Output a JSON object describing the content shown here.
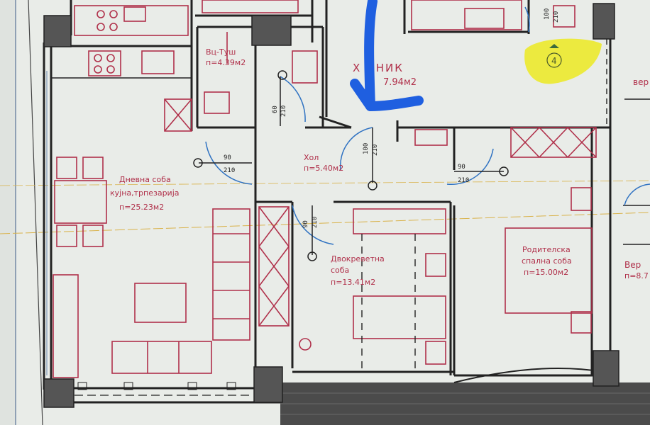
{
  "rooms": {
    "bathroom": {
      "name": "Вц-Туш",
      "area": "п=4.39м2"
    },
    "corridor": {
      "name": "ХОДНИК",
      "area": "п=7.94м2",
      "name_visible": "Х ДНИК",
      "area_visible": "7.94м2"
    },
    "hall": {
      "name": "Хол",
      "area": "п=5.40м2"
    },
    "living": {
      "name_line1": "Дневна соба",
      "name_line2": "кујна,трпезарија",
      "area": "п=25.23м2"
    },
    "double_room": {
      "name_line1": "Двокреветна",
      "name_line2": "соба",
      "area": "п=13.41м2"
    },
    "master_bedroom": {
      "name_line1": "Родителска",
      "name_line2": "спална соба",
      "area": "п=15.00м2"
    },
    "veranda_top": {
      "name": "вер"
    },
    "veranda_bottom": {
      "name": "Вер",
      "area": "п=8.7"
    }
  },
  "doors": [
    {
      "id": "entry",
      "width": "100",
      "height": "210"
    },
    {
      "id": "bathroom",
      "width": "60",
      "height": "210"
    },
    {
      "id": "living",
      "width": "90",
      "height": "210"
    },
    {
      "id": "hall",
      "width": "100",
      "height": "210"
    },
    {
      "id": "master",
      "width": "90",
      "height": "210"
    },
    {
      "id": "double",
      "width": "90",
      "height": "210"
    }
  ],
  "marker": {
    "label": "4"
  },
  "colors": {
    "paper": "#e9ece8",
    "walls": "#222222",
    "furniture": "#b0304a",
    "door_swing": "#2f72c2",
    "highlight": "#ecea2c",
    "pen_arrow": "#1f5fe0",
    "guide_line": "#d9b24a"
  }
}
